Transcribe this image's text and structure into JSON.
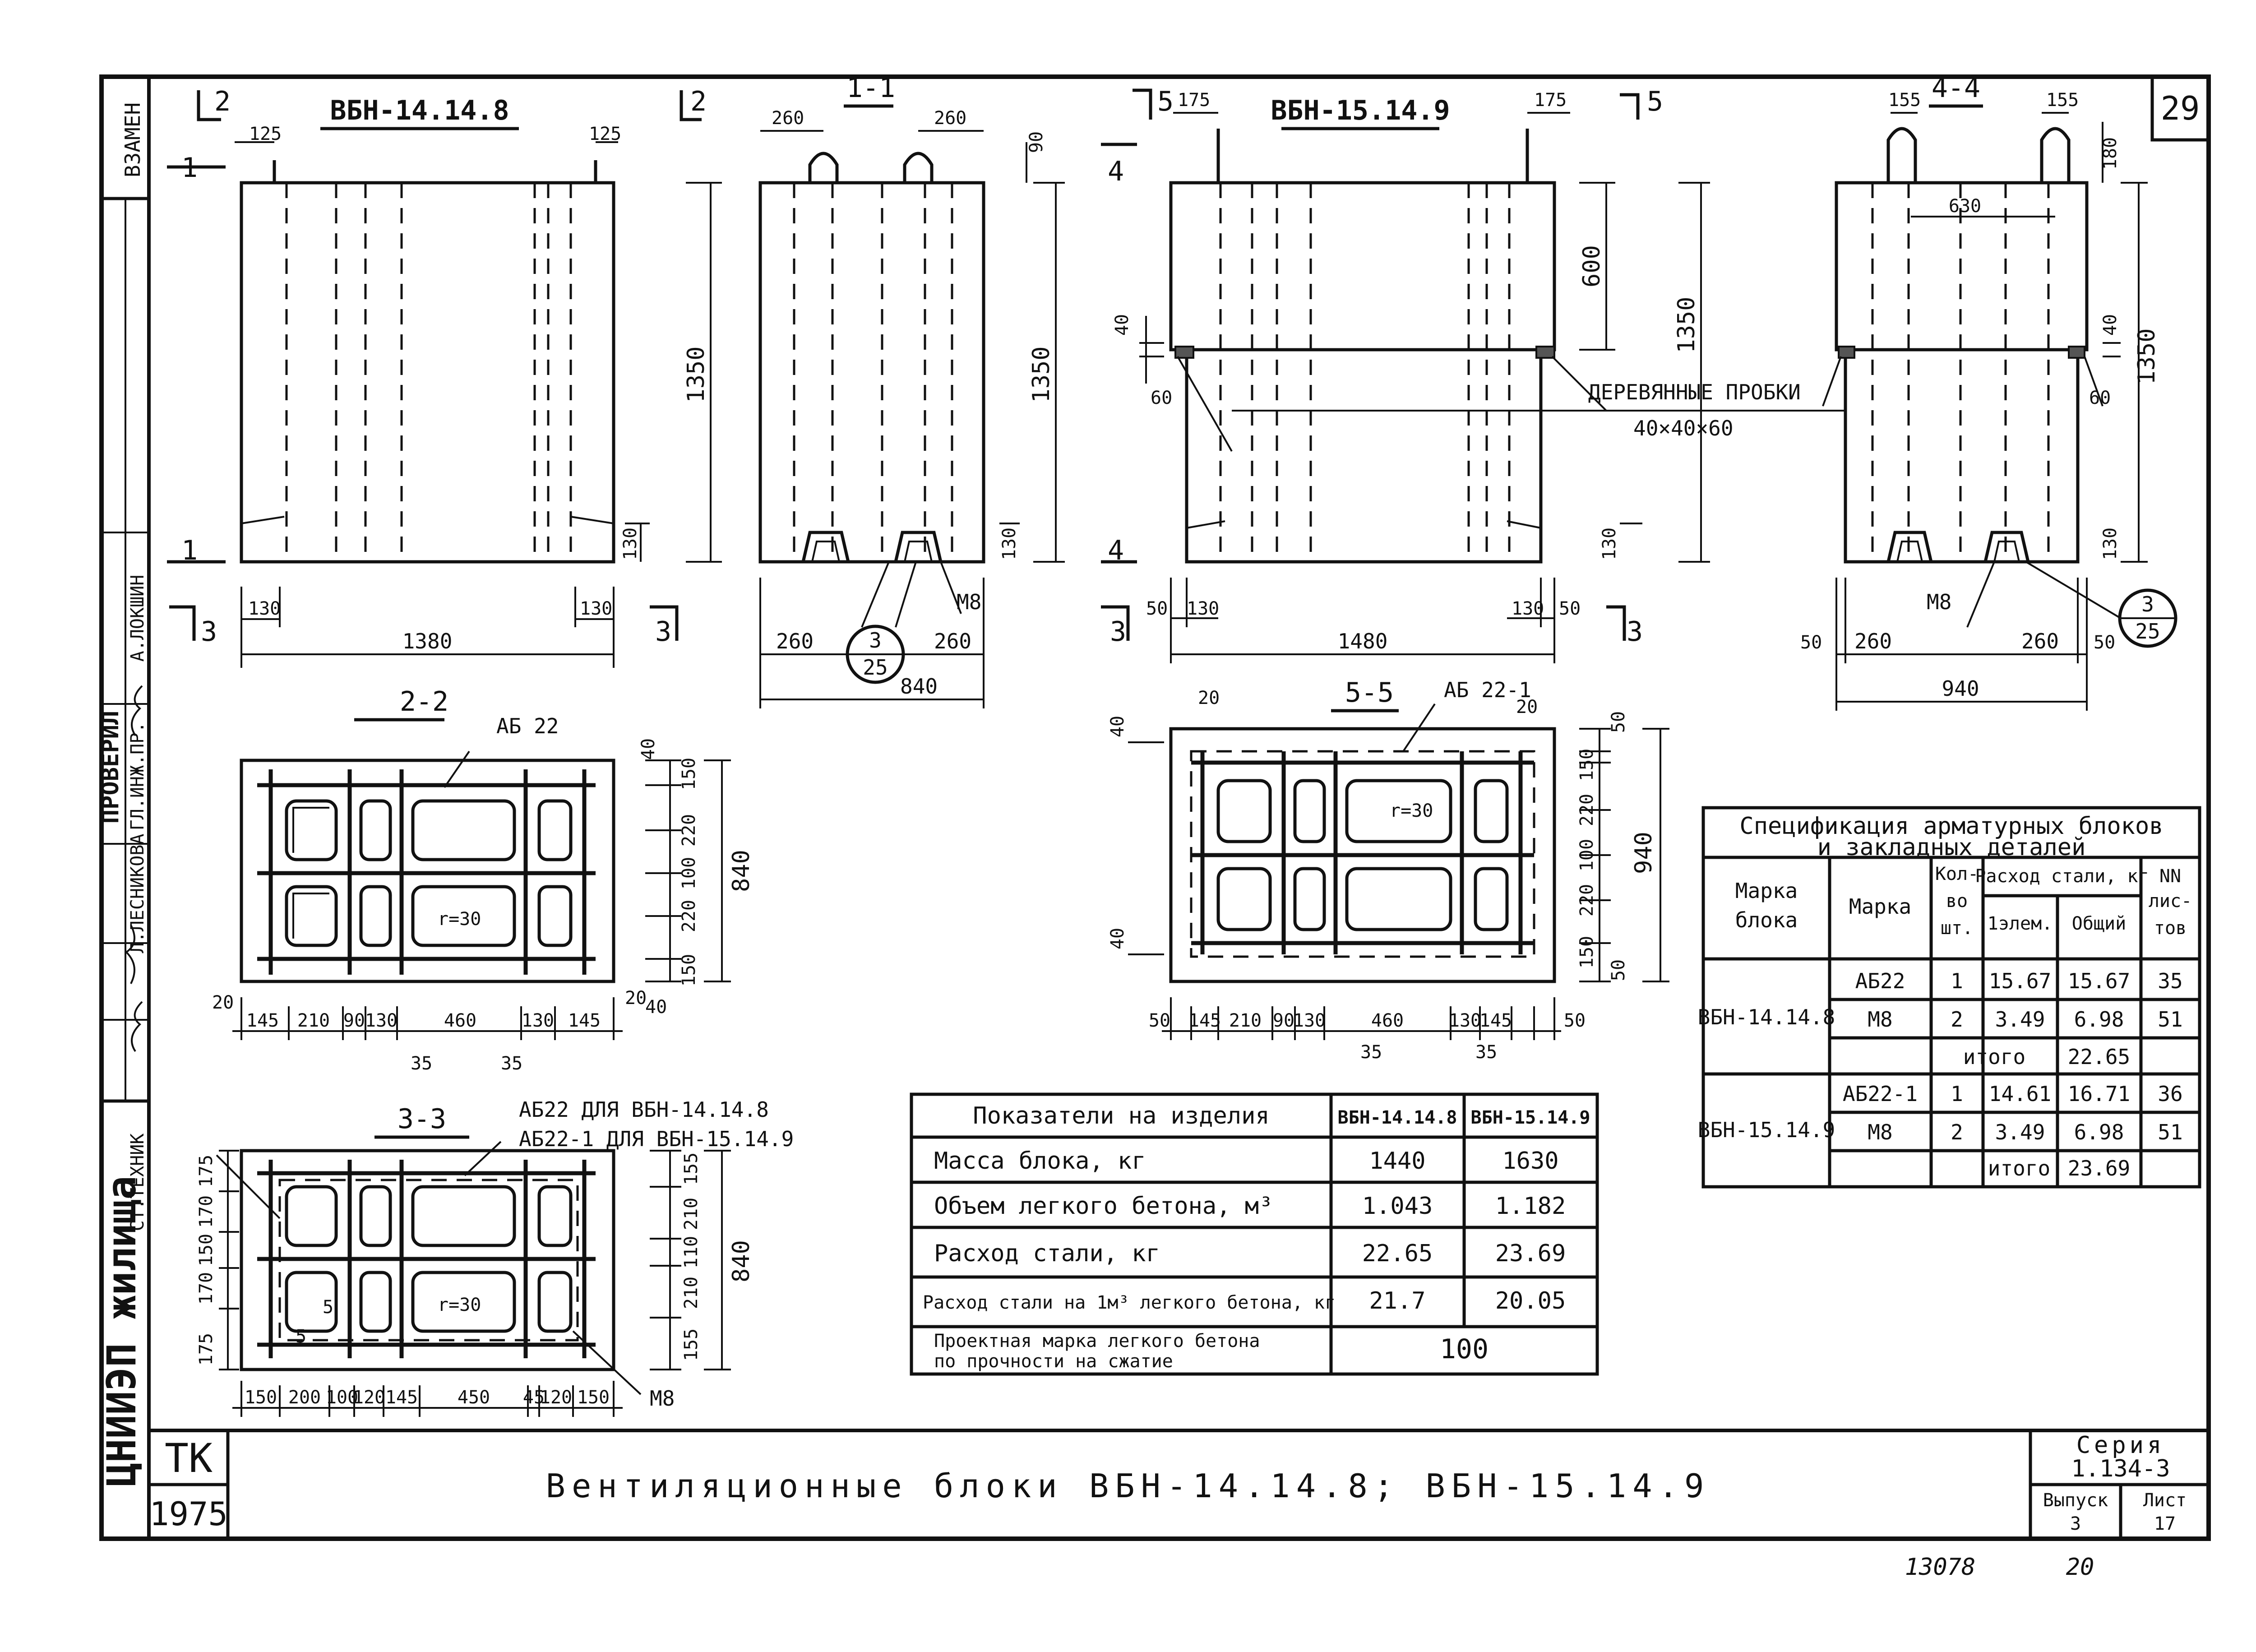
{
  "views": {
    "v1_title": "ВБН-14.14.8",
    "v11_title": "1-1",
    "v2_title": "ВБН-15.14.9",
    "v44_title": "4-4",
    "v22_title": "2-2",
    "v55_title": "5-5",
    "v33_title": "3-3"
  },
  "sheet_no": "29",
  "section_marks": {
    "s2a": "2",
    "s2b": "2",
    "s1a": "1",
    "s1b": "1",
    "s3a": "3",
    "s3b": "3",
    "s5a": "5",
    "s5b": "5",
    "s4a": "4",
    "s4b": "4",
    "s3c": "3",
    "s3d": "3"
  },
  "dims": {
    "d125a": "125",
    "d125b": "125",
    "d1350a": "1350",
    "d130a": "130",
    "d130b": "130",
    "d130c": "130",
    "d1380": "1380",
    "d260a": "260",
    "d260b": "260",
    "d90": "90",
    "d1350b": "1350",
    "d130d": "130",
    "d260c": "260",
    "d260d": "260",
    "d840a": "840",
    "m8a": "М8",
    "d175a": "175",
    "d175b": "175",
    "d600": "600",
    "d1350c": "1350",
    "d40a": "40",
    "d60a": "60",
    "d130e": "130",
    "d50a": "50",
    "d130f": "130",
    "d130g": "130",
    "d50b": "50",
    "d1480": "1480",
    "d155a": "155",
    "d155b": "155",
    "d180": "180",
    "d630": "630",
    "d40b": "40",
    "d60b": "60",
    "d1350d": "1350",
    "d130h": "130",
    "m8b": "М8",
    "d50c": "50",
    "d260e": "260",
    "d260f": "260",
    "d50d": "50",
    "d940a": "940",
    "wood_label": "ДЕРЕВЯННЫЕ ПРОБКИ",
    "wood_size": "40×40×60",
    "ab22": "АБ 22",
    "d40c": "40",
    "d150a": "150",
    "d220a": "220",
    "d100a": "100",
    "d220b": "220",
    "d150b": "150",
    "d840b": "840",
    "r30a": "r=30",
    "d20a": "20",
    "d20b": "20",
    "d40d": "40",
    "row22": [
      "145",
      "210",
      "90",
      "130",
      "460",
      "130",
      "145"
    ],
    "d35a": "35",
    "d35b": "35",
    "ab221": "АБ 22-1",
    "d20c": "20",
    "d20d": "20",
    "d40e": "40",
    "d50e": "50",
    "d150c": "150",
    "d220c": "220",
    "d100b": "100",
    "d220d": "220",
    "d150d": "150",
    "d50f": "50",
    "d940b": "940",
    "d40f": "40",
    "r30b": "r=30",
    "row55": [
      "50",
      "145",
      "210",
      "90",
      "130",
      "460",
      "130",
      "145",
      "50"
    ],
    "d35c": "35",
    "d35d": "35",
    "ab22for": "АБ22 ДЛЯ ВБН-14.14.8",
    "ab221for": "АБ22-1 ДЛЯ ВБН-15.14.9",
    "left33": [
      "175",
      "170",
      "150",
      "170",
      "175"
    ],
    "right33": [
      "155",
      "210",
      "110",
      "210",
      "155"
    ],
    "d840c": "840",
    "r30c": "r=30",
    "d5a": "5",
    "d5b": "5",
    "m8c": "М8",
    "row33": [
      "150",
      "200",
      "100",
      "120",
      "145",
      "450",
      "45",
      "120",
      "150"
    ]
  },
  "circle_marks": {
    "c1_top": "3",
    "c1_bot": "25",
    "c2_top": "3",
    "c2_bot": "25"
  },
  "indicators": {
    "header": [
      "Показатели на изделия",
      "ВБН-14.14.8",
      "ВБН-15.14.9"
    ],
    "rows": [
      [
        "Масса блока, кг",
        "1440",
        "1630"
      ],
      [
        "Объем легкого бетона, м³",
        "1.043",
        "1.182"
      ],
      [
        "Расход стали, кг",
        "22.65",
        "23.69"
      ],
      [
        "Расход стали на 1м³ легкого бетона, кг",
        "21.7",
        "20.05"
      ]
    ],
    "last_label_1": "Проектная марка легкого бетона",
    "last_label_2": "по прочности на сжатие",
    "last_value": "100"
  },
  "spec": {
    "title_1": "Спецификация арматурных блоков",
    "title_2": "и закладных деталей",
    "h_block_1": "Марка",
    "h_block_2": "блока",
    "h_mark": "Марка",
    "h_qty_1": "Кол-",
    "h_qty_2": "во",
    "h_qty_3": "шт.",
    "h_steel": "Расход стали, кг",
    "h_one": "1элем.",
    "h_total": "Общий",
    "h_sheet_1": "NN",
    "h_sheet_2": "лис-",
    "h_sheet_3": "тов",
    "g1_block": "ВБН-14.14.8",
    "g1_rows": [
      [
        "АБ22",
        "1",
        "15.67",
        "15.67",
        "35"
      ],
      [
        "М8",
        "2",
        "3.49",
        "6.98",
        "51"
      ]
    ],
    "g1_total_label": "итого",
    "g1_total": "22.65",
    "g2_block": "ВБН-15.14.9",
    "g2_rows": [
      [
        "АБ22-1",
        "1",
        "14.61",
        "16.71",
        "36"
      ],
      [
        "М8",
        "2",
        "3.49",
        "6.98",
        "51"
      ]
    ],
    "g2_total_label": "итого",
    "g2_total": "23.69"
  },
  "stamp": {
    "vzamen": "ВЗАМЕН",
    "checked": "ПРОВЕРИЛ",
    "name_lokshin": "А.ЛОКШИН",
    "role_gip": "ГЛ.ИНЖ.ПР.",
    "name_lesnikova": "Л.ЛЕСНИКОВА",
    "role_tech": "СТ.ТЕХНИК",
    "org": "ЦНИИЭП жилища",
    "tk": "ТК",
    "year": "1975",
    "title": "Вентиляционные блоки ВБН-14.14.8; ВБН-15.14.9",
    "series_label": "Серия",
    "series_no": "1.134-3",
    "issue_label": "Выпуск",
    "issue_no": "3",
    "sheet_label": "Лист",
    "sheet_val": "17",
    "foot_1": "13078",
    "foot_2": "20"
  }
}
